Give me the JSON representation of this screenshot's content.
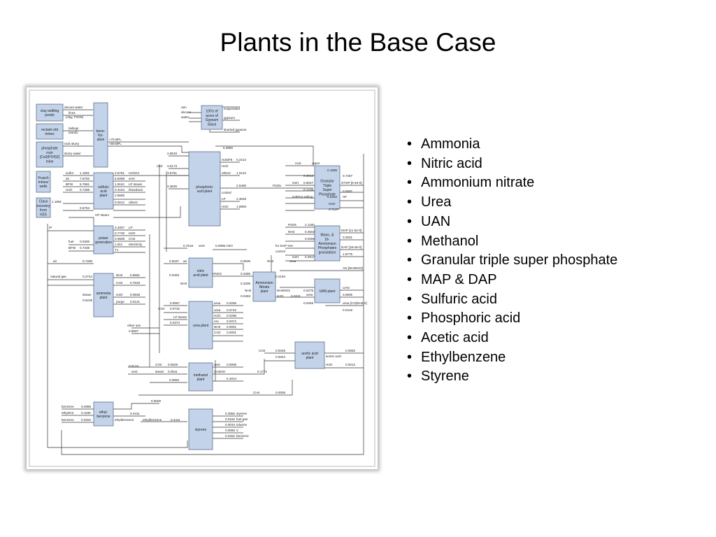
{
  "slide": {
    "title": "Plants in the Base Case",
    "bullets": [
      "Ammonia",
      "Nitric acid",
      "Ammonium nitrate",
      "Urea",
      "UAN",
      "Methanol",
      "Granular triple super phosphate",
      "MAP & DAP",
      "Sulfuric acid",
      "Phosphoric acid",
      "Acetic acid",
      "Ethylbenzene",
      "Styrene"
    ]
  },
  "colors": {
    "unit_fill": "#c3d3ea",
    "unit_stroke": "#5d6f8a",
    "line": "#333333",
    "frame_shadow": "#b9b9b9"
  },
  "diagram": {
    "units": [
      {
        "label": "clay-settling ponds"
      },
      {
        "label": "reclaim old mines"
      },
      {
        "label": "phosphate rock [Ca3(PO4)2] mine"
      },
      {
        "label": "bene- fici- ation"
      },
      {
        "label": "100's of acres of Gypsum Stack"
      },
      {
        "label": "phosphoric acid plant"
      },
      {
        "label": "Frasch mines/ wells"
      },
      {
        "label": "Claus recovery from H2S"
      },
      {
        "label": "sulfuric acid plant"
      },
      {
        "label": "power generation"
      },
      {
        "label": "Granular Triple Super Phosphate"
      },
      {
        "label": "Mono- & Di- Ammonium Phosphates granulation"
      },
      {
        "label": "nitric acid plant"
      },
      {
        "label": "Ammonium Nitrate plant"
      },
      {
        "label": "UAN plant"
      },
      {
        "label": "ammonia plant"
      },
      {
        "label": "urea plant"
      },
      {
        "label": "acetic acid plant"
      },
      {
        "label": "methanol plant"
      },
      {
        "label": "ethyl- benzene"
      },
      {
        "label": "styrene"
      }
    ],
    "flows": [
      {
        "label": "decant water"
      },
      {
        "label": "fines"
      },
      {
        "label": "(clay, P2O5)"
      },
      {
        "label": "tailings"
      },
      {
        "label": "(sand)"
      },
      {
        "label": "rock slurry"
      },
      {
        "label": "slurry water"
      },
      {
        "label": ">75 BPL"
      },
      {
        "label": "<68 BPL"
      },
      {
        "label": "rain"
      },
      {
        "label": "decant"
      },
      {
        "label": "water"
      },
      {
        "label": "evaporated"
      },
      {
        "label": "gypsum"
      },
      {
        "label": "slurried gypsum"
      },
      {
        "label": "2.8819"
      },
      {
        "label": "5.3860"
      },
      {
        "label": "rock"
      },
      {
        "label": "4.5173"
      },
      {
        "label": "3.6781"
      },
      {
        "label": "2.3625"
      },
      {
        "label": "H2SiF6"
      },
      {
        "label": "0.2212"
      },
      {
        "label": "H2O"
      },
      {
        "label": "others"
      },
      {
        "label": "1.0142"
      },
      {
        "label": "2.6460"
      },
      {
        "label": "P2O5"
      },
      {
        "label": "cooled"
      },
      {
        "label": "LP"
      },
      {
        "label": "2.3625"
      },
      {
        "label": "H2O"
      },
      {
        "label": "1.8900"
      },
      {
        "label": "sulfur"
      },
      {
        "label": "1.1891"
      },
      {
        "label": "air"
      },
      {
        "label": "7.6792"
      },
      {
        "label": "BFW"
      },
      {
        "label": "5.7681"
      },
      {
        "label": "H2O"
      },
      {
        "label": "0.7288"
      },
      {
        "label": "1.1891"
      },
      {
        "label": "0.5754"
      },
      {
        "label": "3.6781"
      },
      {
        "label": "H2SO4"
      },
      {
        "label": "5.5098"
      },
      {
        "label": "vent"
      },
      {
        "label": "1.9110"
      },
      {
        "label": "LP steam"
      },
      {
        "label": "0.4154"
      },
      {
        "label": "blowdown"
      },
      {
        "label": "2.8665"
      },
      {
        "label": "0.0012"
      },
      {
        "label": "others"
      },
      {
        "label": "HP steam"
      },
      {
        "label": "IP"
      },
      {
        "label": "fuel"
      },
      {
        "label": "0.0300"
      },
      {
        "label": "BFW"
      },
      {
        "label": "0.7338"
      },
      {
        "label": "3.4007"
      },
      {
        "label": "LP"
      },
      {
        "label": "0.7748"
      },
      {
        "label": "H2O"
      },
      {
        "label": "0.0838"
      },
      {
        "label": "CO2"
      },
      {
        "label": "1.611"
      },
      {
        "label": "electricity"
      },
      {
        "label": "TJ"
      },
      {
        "label": "rock"
      },
      {
        "label": "vapor"
      },
      {
        "label": "0.1695"
      },
      {
        "label": "0.3012"
      },
      {
        "label": "0.7487"
      },
      {
        "label": "GTSP [0-46-0]"
      },
      {
        "label": "inert"
      },
      {
        "label": "0.5027"
      },
      {
        "label": "0.0097"
      },
      {
        "label": "HF"
      },
      {
        "label": "0.1238"
      },
      {
        "label": "H3PO4 selling"
      },
      {
        "label": "0.0262"
      },
      {
        "label": "H2O"
      },
      {
        "label": "0.7137"
      },
      {
        "label": "P2O5"
      },
      {
        "label": "2.1160"
      },
      {
        "label": "NH3"
      },
      {
        "label": "0.4502"
      },
      {
        "label": "0.0256"
      },
      {
        "label": "MAP [11-52-0]"
      },
      {
        "label": "0.2931"
      },
      {
        "label": "for DAP %N"
      },
      {
        "label": "control"
      },
      {
        "label": "inert"
      },
      {
        "label": "0.2917"
      },
      {
        "label": "DAP [18-46-0]"
      },
      {
        "label": "1.8775"
      },
      {
        "label": "0.7518"
      },
      {
        "label": "vent"
      },
      {
        "label": "0.0995 H2O"
      },
      {
        "label": "0.9337"
      },
      {
        "label": "air"
      },
      {
        "label": "0.0536"
      },
      {
        "label": "NH3"
      },
      {
        "label": "urea"
      },
      {
        "label": "AN [NH4NO3]"
      },
      {
        "label": "0.0493"
      },
      {
        "label": "HNO3"
      },
      {
        "label": "0.3386"
      },
      {
        "label": "0.2184"
      },
      {
        "label": "NH3"
      },
      {
        "label": "0.3306"
      },
      {
        "label": "NH3"
      },
      {
        "label": "NH4NO3"
      },
      {
        "label": "0.0275"
      },
      {
        "label": "0.0483"
      },
      {
        "label": "H2O"
      },
      {
        "label": "0.0331"
      },
      {
        "label": "UAN"
      },
      {
        "label": "urea"
      },
      {
        "label": "0.0326"
      },
      {
        "label": "0.0605"
      },
      {
        "label": "urea [CO(NH2)2]"
      },
      {
        "label": "0.0416"
      },
      {
        "label": "air"
      },
      {
        "label": "0.7290"
      },
      {
        "label": "natural gas"
      },
      {
        "label": "0.2744"
      },
      {
        "label": "NH3"
      },
      {
        "label": "0.6581"
      },
      {
        "label": "CO2"
      },
      {
        "label": "0.7529"
      },
      {
        "label": "steam"
      },
      {
        "label": "0.5225"
      },
      {
        "label": "H2O"
      },
      {
        "label": "0.0938"
      },
      {
        "label": "purge"
      },
      {
        "label": "0.0121"
      },
      {
        "label": "0.0567"
      },
      {
        "label": "CO2"
      },
      {
        "label": "0.0732"
      },
      {
        "label": "LP steam"
      },
      {
        "label": "0.0374"
      },
      {
        "label": "urea"
      },
      {
        "label": "0.0256"
      },
      {
        "label": "urea"
      },
      {
        "label": "0.0742"
      },
      {
        "label": "H2O"
      },
      {
        "label": "0.0296"
      },
      {
        "label": "csv"
      },
      {
        "label": "0.0374"
      },
      {
        "label": "NH3"
      },
      {
        "label": "0.0001"
      },
      {
        "label": "CO2"
      },
      {
        "label": "0.0001"
      },
      {
        "label": "other use"
      },
      {
        "label": "2.8607"
      },
      {
        "label": "CO2"
      },
      {
        "label": "0.0045"
      },
      {
        "label": "0.0044"
      },
      {
        "label": "0.0082"
      },
      {
        "label": "acetic acid"
      },
      {
        "label": "H2O"
      },
      {
        "label": "0.0012"
      },
      {
        "label": "0.6124"
      },
      {
        "label": "vent"
      },
      {
        "label": "CO2"
      },
      {
        "label": "0.0629"
      },
      {
        "label": "steam"
      },
      {
        "label": "0.0511"
      },
      {
        "label": "0.0682"
      },
      {
        "label": "vent"
      },
      {
        "label": "0.0008"
      },
      {
        "label": "CH3OH"
      },
      {
        "label": "0.1771"
      },
      {
        "label": "0.1814"
      },
      {
        "label": "CH4"
      },
      {
        "label": "0.0005"
      },
      {
        "label": "benzene"
      },
      {
        "label": "0.2986"
      },
      {
        "label": "ethylene"
      },
      {
        "label": "0.1166"
      },
      {
        "label": "benzene"
      },
      {
        "label": "0.0262"
      },
      {
        "label": "0.0000"
      },
      {
        "label": "0.4411"
      },
      {
        "label": "ethylbenzene"
      },
      {
        "label": "ethylbenzene"
      },
      {
        "label": "0.4411"
      },
      {
        "label": "0.3856"
      },
      {
        "label": "styrene"
      },
      {
        "label": "0.0182"
      },
      {
        "label": "fuel gas"
      },
      {
        "label": "0.0034"
      },
      {
        "label": "toluene"
      },
      {
        "label": "0.0080"
      },
      {
        "label": "C"
      },
      {
        "label": "0.0262"
      },
      {
        "label": "benzene"
      }
    ]
  }
}
